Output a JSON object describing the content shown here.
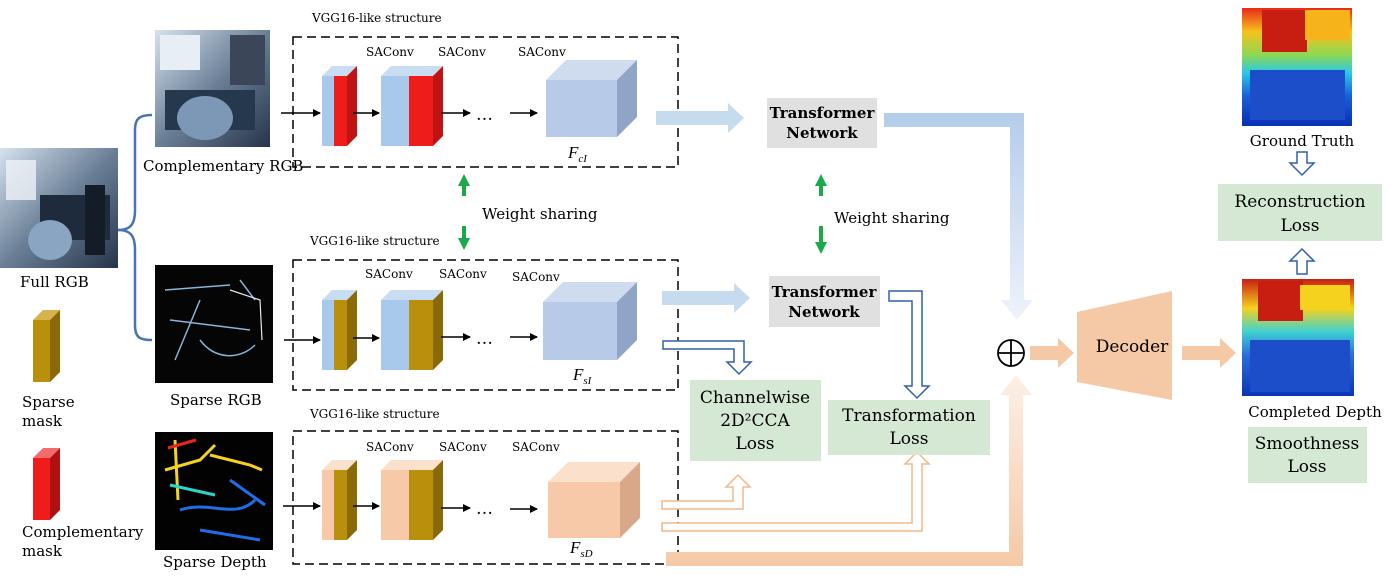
{
  "inputs": {
    "full_rgb": "Full RGB",
    "complementary_rgb": "Complementary RGB",
    "sparse_rgb": "Sparse RGB",
    "sparse_depth": "Sparse Depth"
  },
  "legend": {
    "sparse_mask": [
      "Sparse",
      "mask"
    ],
    "complementary_mask": [
      "Complementary",
      "mask"
    ]
  },
  "branches": {
    "structure_label": "VGG16-like structure",
    "layer_label": "SAConv",
    "ellipsis": "…",
    "features": [
      {
        "main": "F",
        "sub": "cI"
      },
      {
        "main": "F",
        "sub": "sI"
      },
      {
        "main": "F",
        "sub": "sD"
      }
    ]
  },
  "weight_sharing": "Weight sharing",
  "transformer": [
    "Transformer",
    "Network"
  ],
  "losses": {
    "channelwise": [
      "Channelwise",
      "2D²CCA",
      "Loss"
    ],
    "transformation": [
      "Transformation",
      "Loss"
    ],
    "reconstruction": [
      "Reconstruction",
      "Loss"
    ],
    "smoothness": [
      "Smoothness",
      "Loss"
    ]
  },
  "fusion_symbol": "⊕",
  "decoder": "Decoder",
  "outputs": {
    "ground_truth": "Ground Truth",
    "completed_depth": "Completed Depth"
  },
  "colors": {
    "rgb_arrow": "#c7dbee",
    "depth_arrow": "#f5c9a6",
    "loss_box": "#d5e8d4",
    "transformer_box": "#e0e0e0",
    "weight_arrow": "#1aaa4a",
    "sparse_mask": "#b8900c",
    "complementary_mask": "#ef1c1c",
    "rgb_layer": "#a8c8ec",
    "depth_layer": "#f7c9a8",
    "decoder": "#f5c9a6"
  }
}
